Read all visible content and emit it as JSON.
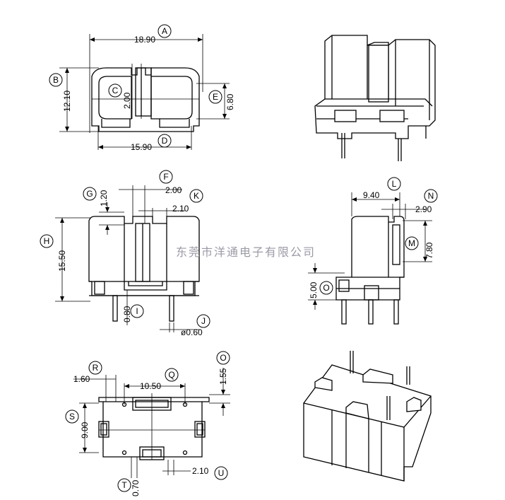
{
  "watermark": "东莞市洋通电子有限公司",
  "dimensions": {
    "A": "18.90",
    "B": "12.10",
    "C": "2.00",
    "D": "15.90",
    "E": "6.80",
    "F": "2.00",
    "G": "1.20",
    "H": "15.50",
    "I": "0.80",
    "J": "ø0.60",
    "K": "2.10",
    "L": "9.40",
    "M": "7.80",
    "N": "2.90",
    "O_right": "5.00",
    "O_bottom": "1.55",
    "Q": "10.50",
    "R": "1.60",
    "S": "9.00",
    "T": "0.70",
    "U": "2.10"
  },
  "bubbles": {
    "A": "A",
    "B": "B",
    "C": "C",
    "D": "D",
    "E": "E",
    "F": "F",
    "G": "G",
    "H": "H",
    "I": "I",
    "J": "J",
    "K": "K",
    "L": "L",
    "M": "M",
    "N": "N",
    "O1": "O",
    "O2": "O",
    "Q": "Q",
    "R": "R",
    "S": "S",
    "T": "T",
    "U": "U"
  }
}
